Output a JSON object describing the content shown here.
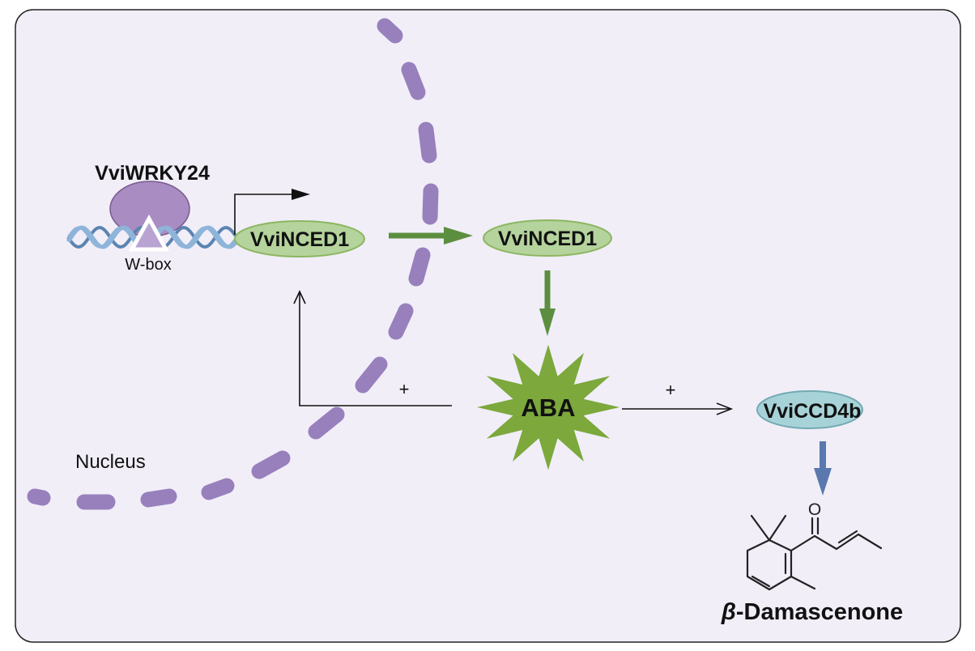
{
  "colors": {
    "background": "#f1eef8",
    "border": "#222222",
    "nucleus_membrane": "#9880bd",
    "wrky_protein": "#a88cc2",
    "wrky_protein_stroke": "#7a5a90",
    "wbox_triangle": "#b8a3d3",
    "dna_light": "#8fb4da",
    "dna_dark": "#5b84b1",
    "nced_fill": "#b5d39c",
    "nced_stroke": "#8cb661",
    "green_arrow": "#5b8f3f",
    "aba_star": "#7ca83c",
    "ccd4b_fill": "#a7d3d8",
    "ccd4b_stroke": "#73aab4",
    "blue_arrow": "#5a78ad",
    "line": "#111111"
  },
  "labels": {
    "transcription_factor": "VviWRKY24",
    "binding_site": "W-box",
    "gene_nuclear": "VviNCED1",
    "protein_cytoplasm": "VviNCED1",
    "hormone": "ABA",
    "target_enzyme": "VviCCD4b",
    "product_prefix": "β",
    "product_suffix": "-Damascenone",
    "compartment": "Nucleus",
    "feedback_sign": "+",
    "activation_sign": "+",
    "carbonyl_oxygen": "O"
  },
  "icons": {
    "membrane": "dashed-curve",
    "protein": "ellipse",
    "binding_site": "triangle",
    "dna": "double-helix",
    "hormone": "12-point-star",
    "molecule": "skeletal-structure"
  }
}
